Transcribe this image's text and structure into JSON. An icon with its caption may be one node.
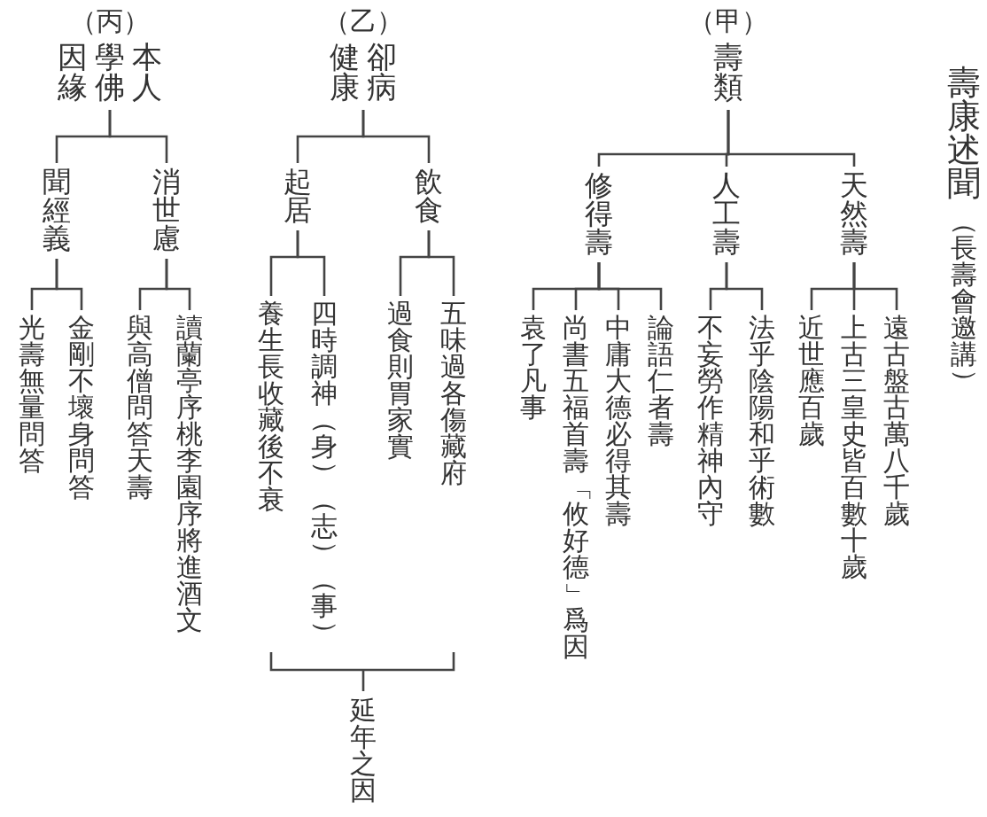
{
  "diagram": {
    "title": "壽康述聞",
    "nodes": [
      {
        "text": [
          "（甲）",
          "壽類"
        ]
      },
      {
        "text": [
          "天然壽"
        ]
      },
      {
        "text": [
          "人工壽"
        ]
      },
      {
        "text": [
          "修得壽"
        ]
      },
      {
        "text": [
          "遠古盤古萬八千歲"
        ]
      },
      {
        "text": [
          "上古三皇史皆百數十歲"
        ]
      },
      {
        "text": [
          "近世應百歲"
        ]
      },
      {
        "text": [
          "法乎陰陽和乎術數"
        ]
      },
      {
        "text": [
          "不妄勞作精神內守"
        ]
      },
      {
        "text": [
          "論語仁者壽"
        ]
      },
      {
        "text": [
          "中庸大德必得其壽"
        ]
      },
      {
        "text": [
          "尚書五福首壽「攸好德」爲因"
        ]
      },
      {
        "text": [
          "袁了凡事"
        ]
      },
      {
        "text": [
          "（乙）",
          "卻病健康"
        ]
      },
      {
        "text": [
          "飲食"
        ]
      },
      {
        "text": [
          "起居"
        ]
      },
      {
        "text": [
          "五味過各傷藏府"
        ]
      },
      {
        "text": [
          "過食則胃家實"
        ]
      },
      {
        "text": [
          "四時調神（身）（志）（事）"
        ]
      },
      {
        "text": [
          "養生長收藏後不衰"
        ]
      },
      {
        "text": [
          "（丙）",
          "本人學佛因緣"
        ]
      },
      {
        "text": [
          "消世慮"
        ]
      },
      {
        "text": [
          "聞經義"
        ]
      },
      {
        "text": [
          "讀蘭亭序桃李園序將進酒文"
        ]
      },
      {
        "text": [
          "與高僧問答天壽"
        ]
      },
      {
        "text": [
          "金剛不壞身問答"
        ]
      },
      {
        "text": [
          "光壽無量問答"
        ]
      }
    ],
    "edges": [
      {
        "from": 0,
        "to": 1,
        "arrow": "none"
      },
      {
        "from": 0,
        "to": 2,
        "arrow": "none"
      },
      {
        "from": 0,
        "to": 3,
        "arrow": "none"
      },
      {
        "from": 1,
        "to": 4,
        "arrow": "none"
      },
      {
        "from": 1,
        "to": 5,
        "arrow": "none"
      },
      {
        "from": 1,
        "to": 6,
        "arrow": "none"
      },
      {
        "from": 2,
        "to": 7,
        "arrow": "none"
      },
      {
        "from": 2,
        "to": 8,
        "arrow": "none"
      },
      {
        "from": 3,
        "to": 9,
        "arrow": "none"
      },
      {
        "from": 3,
        "to": 10,
        "arrow": "none"
      },
      {
        "from": 3,
        "to": 11,
        "arrow": "none"
      },
      {
        "from": 3,
        "to": 12,
        "arrow": "none"
      },
      {
        "from": 13,
        "to": 14,
        "arrow": "none"
      },
      {
        "from": 13,
        "to": 15,
        "arrow": "none"
      },
      {
        "from": 14,
        "to": 16,
        "arrow": "none"
      },
      {
        "from": 14,
        "to": 17,
        "arrow": "none"
      },
      {
        "from": 15,
        "to": 18,
        "arrow": "none"
      },
      {
        "from": 15,
        "to": 19,
        "arrow": "none"
      },
      {
        "from": 20,
        "to": 21,
        "arrow": "none"
      },
      {
        "from": 20,
        "to": 22,
        "arrow": "none"
      },
      {
        "from": 21,
        "to": 23,
        "arrow": "none"
      },
      {
        "from": 21,
        "to": 24,
        "arrow": "none"
      },
      {
        "from": 22,
        "to": 25,
        "arrow": "none"
      },
      {
        "from": 22,
        "to": 26,
        "arrow": "none"
      }
    ],
    "labels": [
      "（長壽會邀講）",
      "延年之因"
    ]
  }
}
